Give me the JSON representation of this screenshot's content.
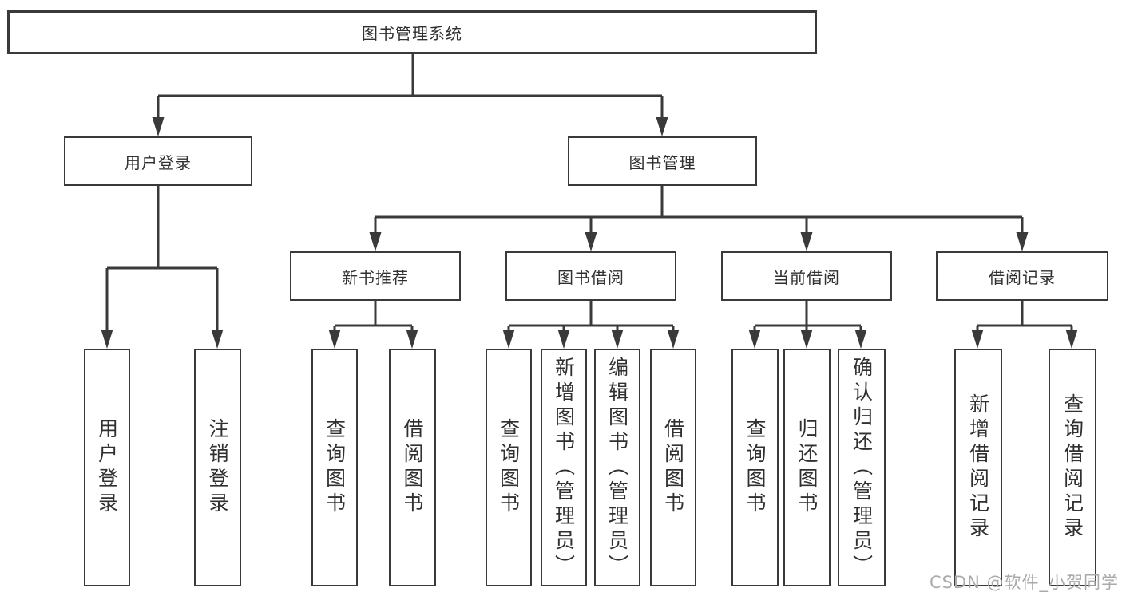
{
  "diagram": {
    "tree": {
      "label": "图书管理系统",
      "children": [
        {
          "label": "用户登录",
          "children": [
            {
              "label": "用户登录"
            },
            {
              "label": "注销登录"
            }
          ]
        },
        {
          "label": "图书管理",
          "children": [
            {
              "label": "新书推荐",
              "children": [
                {
                  "label": "查询图书"
                },
                {
                  "label": "借阅图书"
                }
              ]
            },
            {
              "label": "图书借阅",
              "children": [
                {
                  "label": "查询图书"
                },
                {
                  "label": "新增图书（管理员）"
                },
                {
                  "label": "编辑图书（管理员）"
                },
                {
                  "label": "借阅图书"
                }
              ]
            },
            {
              "label": "当前借阅",
              "children": [
                {
                  "label": "查询图书"
                },
                {
                  "label": "归还图书"
                },
                {
                  "label": "确认归还（管理员）"
                }
              ]
            },
            {
              "label": "借阅记录",
              "children": [
                {
                  "label": "新增借阅记录"
                },
                {
                  "label": "查询借阅记录"
                }
              ]
            }
          ]
        }
      ]
    },
    "watermark": {
      "text": "CSDN @软件_小贺同学"
    },
    "colors": {
      "line": "#3a3a3a",
      "box_border": "#3a3a3a",
      "text": "#303030",
      "watermark": "#aaaaaa",
      "background": "#ffffff"
    }
  }
}
